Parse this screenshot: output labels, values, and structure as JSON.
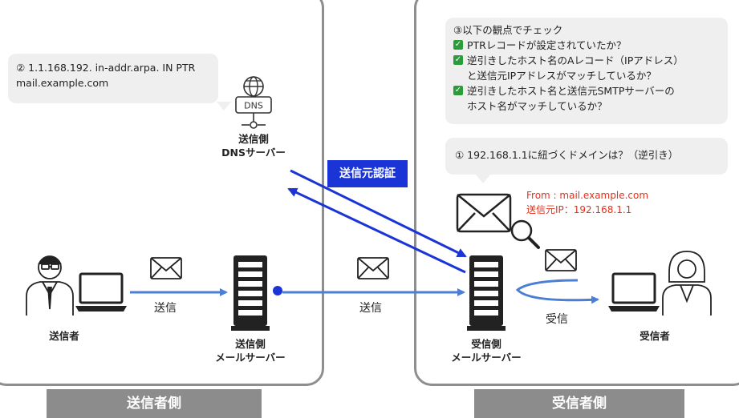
{
  "panels": {
    "left_footer": "送信者側",
    "right_footer": "受信者側"
  },
  "bubbles": {
    "ptr_line1": "② 1.1.168.192. in-addr.arpa. IN PTR",
    "ptr_line2": "mail.example.com",
    "check_title": "③以下の観点でチェック",
    "check_items": [
      "PTRレコードが設定されていたか？",
      "逆引きしたホスト名のAレコード（IPアドレス）",
      "と送信元IPアドレスがマッチしているか？",
      "逆引きしたホスト名と送信元SMTPサーバーの",
      "ホスト名がマッチしているか？"
    ],
    "reverse_query": "① 192.168.1.1に紐づくドメインは？（逆引き）"
  },
  "nodes": {
    "dns_icon_text": "DNS",
    "dns_line1": "送信側",
    "dns_line2": "DNSサーバー",
    "sender": "送信者",
    "send_server_line1": "送信側",
    "send_server_line2": "メールサーバー",
    "recv_server_line1": "受信側",
    "recv_server_line2": "メールサーバー",
    "receiver": "受信者"
  },
  "flows": {
    "send1": "送信",
    "send2": "送信",
    "receive": "受信",
    "auth": "送信元認証"
  },
  "mail_info": {
    "from": "From : mail.example.com",
    "ip": "送信元IP：192.168.1.1"
  },
  "colors": {
    "arrow_blue": "#4a7fd4",
    "auth_blue": "#1a34d6",
    "red_text": "#e0321e",
    "panel_border": "#8e8e8e",
    "footer_gray": "#8c8c8c"
  }
}
